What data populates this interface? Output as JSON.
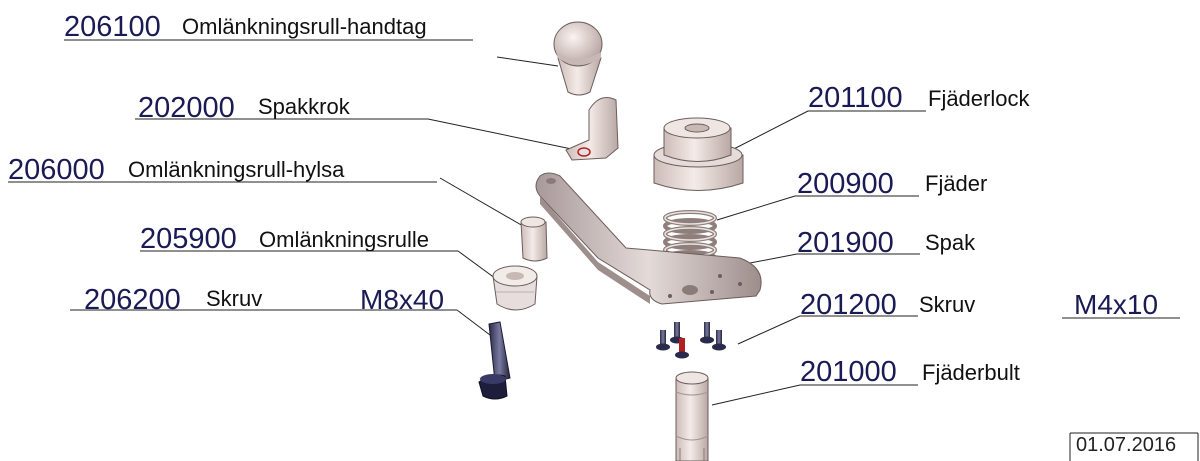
{
  "labels": [
    {
      "code": "206100",
      "name": "Omlänkningsrull-handtag"
    },
    {
      "code": "202000",
      "name": "Spakkrok"
    },
    {
      "code": "206000",
      "name": "Omlänkningsrull-hylsa"
    },
    {
      "code": "205900",
      "name": "Omlänkningsrulle"
    },
    {
      "code": "206200",
      "name": "Skruv",
      "size": "M8x40"
    },
    {
      "code": "201100",
      "name": "Fjäderlock"
    },
    {
      "code": "200900",
      "name": "Fjäder"
    },
    {
      "code": "201900",
      "name": "Spak"
    },
    {
      "code": "201200",
      "name": "Skruv",
      "size": "M4x10"
    },
    {
      "code": "201000",
      "name": "Fjäderbult"
    }
  ],
  "date": "01.07.2016"
}
